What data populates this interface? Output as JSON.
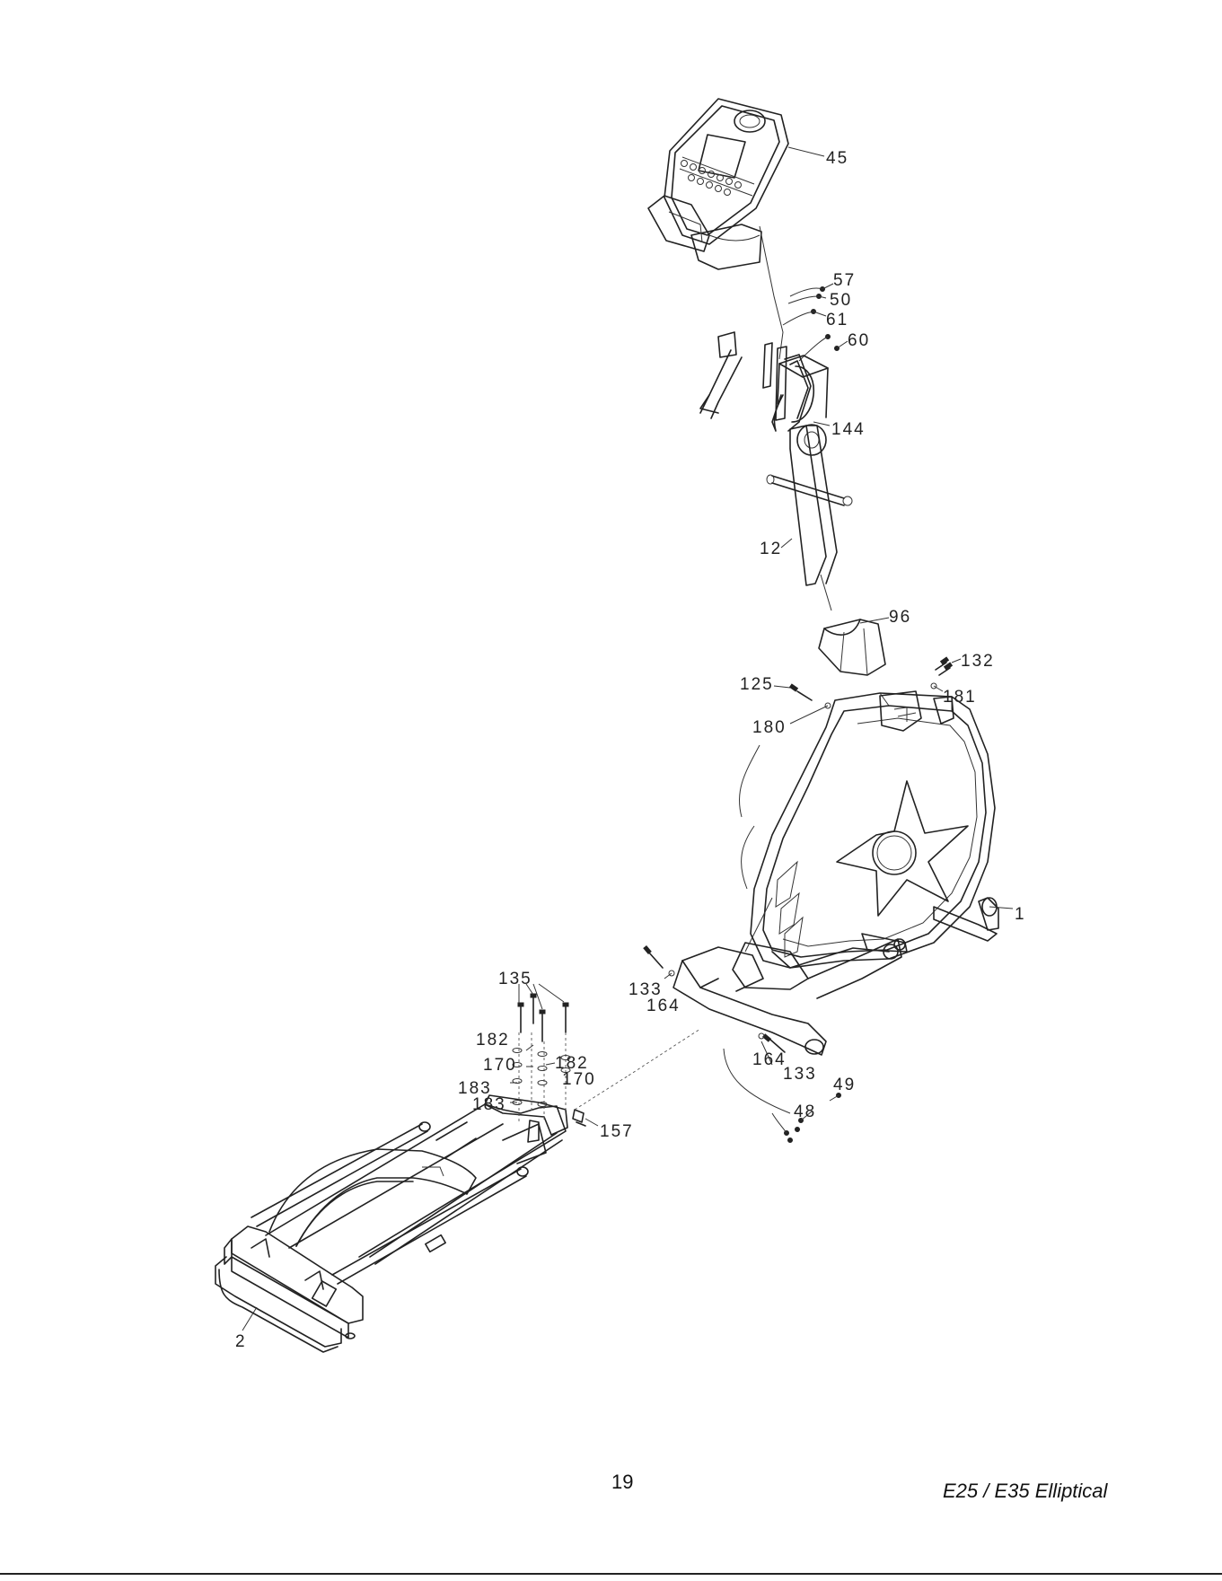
{
  "page": {
    "number": "19",
    "model_title": "E25 / E35 Elliptical"
  },
  "callouts": {
    "c45": "45",
    "c57": "57",
    "c50": "50",
    "c61": "61",
    "c60": "60",
    "c144": "144",
    "c12": "12",
    "c96": "96",
    "c132": "132",
    "c125": "125",
    "c181": "181",
    "c180": "180",
    "c1": "1",
    "c135": "135",
    "c133a": "133",
    "c164a": "164",
    "c182a": "182",
    "c170a": "170",
    "c182b": "182",
    "c170b": "170",
    "c183a": "183",
    "c183b": "183",
    "c157": "157",
    "c164b": "164",
    "c133b": "133",
    "c49": "49",
    "c48": "48",
    "c2": "2"
  }
}
